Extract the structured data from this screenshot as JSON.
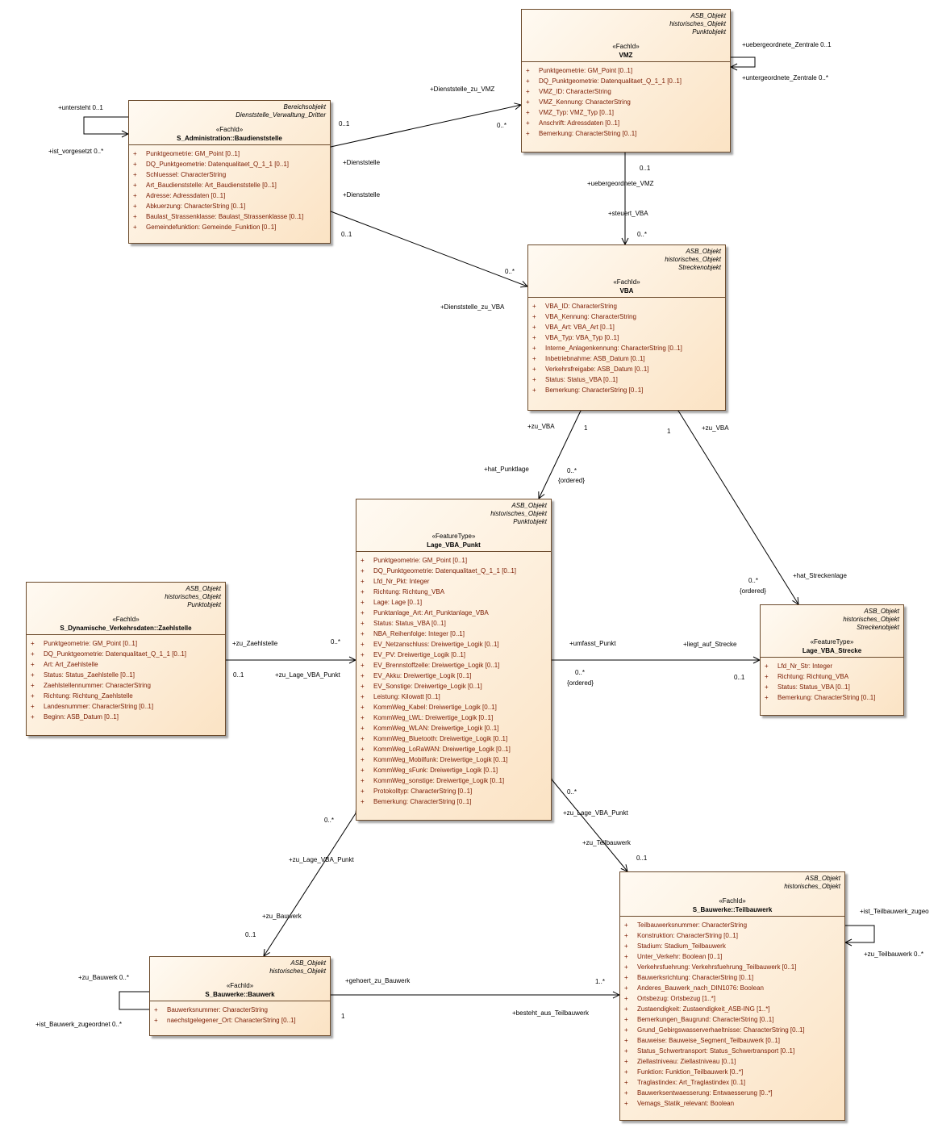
{
  "classes": {
    "vmz": {
      "tags": [
        "ASB_Objekt",
        "historisches_Objekt",
        "Punktobjekt"
      ],
      "stereotype": "«FachId»",
      "name": "VMZ",
      "attributes": [
        "Punktgeometrie: GM_Point [0..1]",
        "DQ_Punktgeometrie: Datenqualitaet_Q_1_1 [0..1]",
        "VMZ_ID: CharacterString",
        "VMZ_Kennung: CharacterString",
        "VMZ_Typ: VMZ_Typ [0..1]",
        "Anschrift: Adressdaten [0..1]",
        "Bemerkung: CharacterString [0..1]"
      ]
    },
    "baudienststelle": {
      "tags": [
        "Bereichsobjekt",
        "Dienststelle_Verwaltung_Dritter"
      ],
      "stereotype": "«FachId»",
      "name": "S_Administration::Baudienststelle",
      "attributes": [
        "Punktgeometrie: GM_Point [0..1]",
        "DQ_Punktgeometrie: Datenqualitaet_Q_1_1 [0..1]",
        "Schluessel: CharacterString",
        "Art_Baudienststelle: Art_Baudienststelle [0..1]",
        "Adresse: Adressdaten [0..1]",
        "Abkuerzung: CharacterString [0..1]",
        "Baulast_Strassenklasse: Baulast_Strassenklasse [0..1]",
        "Gemeindefunktion: Gemeinde_Funktion [0..1]"
      ]
    },
    "vba": {
      "tags": [
        "ASB_Objekt",
        "historisches_Objekt",
        "Streckenobjekt"
      ],
      "stereotype": "«FachId»",
      "name": "VBA",
      "attributes": [
        "VBA_ID: CharacterString",
        "VBA_Kennung: CharacterString",
        "VBA_Art: VBA_Art [0..1]",
        "VBA_Typ: VBA_Typ [0..1]",
        "Interne_Anlagenkennung: CharacterString [0..1]",
        "Inbetriebnahme: ASB_Datum [0..1]",
        "Verkehrsfreigabe: ASB_Datum [0..1]",
        "Status: Status_VBA [0..1]",
        "Bemerkung: CharacterString [0..1]"
      ]
    },
    "lage_punkt": {
      "tags": [
        "ASB_Objekt",
        "historisches_Objekt",
        "Punktobjekt"
      ],
      "stereotype": "«FeatureType»",
      "name": "Lage_VBA_Punkt",
      "attributes": [
        "Punktgeometrie: GM_Point [0..1]",
        "DQ_Punktgeometrie: Datenqualitaet_Q_1_1 [0..1]",
        "Lfd_Nr_Pkt: Integer",
        "Richtung: Richtung_VBA",
        "Lage: Lage [0..1]",
        "Punktanlage_Art: Art_Punktanlage_VBA",
        "Status: Status_VBA [0..1]",
        "NBA_Reihenfolge: Integer [0..1]",
        "EV_Netzanschluss: Dreiwertige_Logik [0..1]",
        "EV_PV: Dreiwertige_Logik [0..1]",
        "EV_Brennstoffzelle: Dreiwertige_Logik [0..1]",
        "EV_Akku: Dreiwertige_Logik [0..1]",
        "EV_Sonstige: Dreiwertige_Logik [0..1]",
        "Leistung: Kilowatt [0..1]",
        "KommWeg_Kabel: Dreiwertige_Logik [0..1]",
        "KommWeg_LWL: Dreiwertige_Logik [0..1]",
        "KommWeg_WLAN: Dreiwertige_Logik [0..1]",
        "KommWeg_Bluetooth: Dreiwertige_Logik [0..1]",
        "KommWeg_LoRaWAN: Dreiwertige_Logik [0..1]",
        "KommWeg_Mobilfunk: Dreiwertige_Logik [0..1]",
        "KommWeg_sFunk: Dreiwertige_Logik [0..1]",
        "KommWeg_sonstige: Dreiwertige_Logik [0..1]",
        "Protokolltyp: CharacterString [0..1]",
        "Bemerkung: CharacterString [0..1]"
      ]
    },
    "zaehlstelle": {
      "tags": [
        "ASB_Objekt",
        "historisches_Objekt",
        "Punktobjekt"
      ],
      "stereotype": "«FachId»",
      "name": "S_Dynamische_Verkehrsdaten::Zaehlstelle",
      "attributes": [
        "Punktgeometrie: GM_Point [0..1]",
        "DQ_Punktgeometrie: Datenqualitaet_Q_1_1 [0..1]",
        "Art: Art_Zaehlstelle",
        "Status: Status_Zaehlstelle [0..1]",
        "Zaehlstellennummer: CharacterString",
        "Richtung: Richtung_Zaehlstelle",
        "Landesnummer: CharacterString [0..1]",
        "Beginn: ASB_Datum [0..1]"
      ]
    },
    "lage_strecke": {
      "tags": [
        "ASB_Objekt",
        "historisches_Objekt",
        "Streckenobjekt"
      ],
      "stereotype": "«FeatureType»",
      "name": "Lage_VBA_Strecke",
      "attributes": [
        "Lfd_Nr_Str: Integer",
        "Richtung: Richtung_VBA",
        "Status: Status_VBA [0..1]",
        "Bemerkung: CharacterString [0..1]"
      ]
    },
    "teilbauwerk": {
      "tags": [
        "ASB_Objekt",
        "historisches_Objekt"
      ],
      "stereotype": "«FachId»",
      "name": "S_Bauwerke::Teilbauwerk",
      "attributes": [
        "Teilbauwerksnummer: CharacterString",
        "Konstruktion: CharacterString [0..1]",
        "Stadium: Stadium_Teilbauwerk",
        "Unter_Verkehr: Boolean [0..1]",
        "Verkehrsfuehrung: Verkehrsfuehrung_Teilbauwerk [0..1]",
        "Bauwerksrichtung: CharacterString [0..1]",
        "Anderes_Bauwerk_nach_DIN1076: Boolean",
        "Ortsbezug: Ortsbezug [1..*]",
        "Zustaendigkeit: Zustaendigkeit_ASB-ING [1..*]",
        "Bemerkungen_Baugrund: CharacterString [0..1]",
        "Grund_Gebirgswasserverhaeltnisse: CharacterString [0..1]",
        "Bauweise: Bauweise_Segment_Teilbauwerk [0..1]",
        "Status_Schwertransport: Status_Schwertransport [0..1]",
        "Ziellastniveau: Ziellastniveau [0..1]",
        "Funktion: Funktion_Teilbauwerk [0..*]",
        "Traglastindex: Art_Traglastindex [0..1]",
        "Bauwerksentwaesserung: Entwaesserung [0..*]",
        "Vemags_Statik_relevant: Boolean"
      ]
    },
    "bauwerk": {
      "tags": [
        "ASB_Objekt",
        "historisches_Objekt"
      ],
      "stereotype": "«FachId»",
      "name": "S_Bauwerke::Bauwerk",
      "attributes": [
        "Bauwerksnummer: CharacterString",
        "naechstgelegener_Ort: CharacterString [0..1]"
      ]
    }
  },
  "labels": [
    "+uebergeordnete_Zentrale 0..1",
    "+untergeordnete_Zentrale 0..*",
    "+Dienststelle_zu_VMZ",
    "0..1",
    "0..*",
    "+untersteht 0..1",
    "+ist_vorgesetzt 0..*",
    "+Dienststelle",
    "+Dienststelle",
    "0..1",
    "0..1",
    "+uebergeordnete_VMZ",
    "+steuert_VBA",
    "0..*",
    "0..*",
    "+Dienststelle_zu_VBA",
    "+zu_VBA",
    "1",
    "1",
    "+zu_VBA",
    "+hat_Punktlage",
    "0..*",
    "{ordered}",
    "+hat_Streckenlage",
    "0..*",
    "{ordered}",
    "+zu_Zaehlstelle",
    "0..*",
    "0..1",
    "+zu_Lage_VBA_Punkt",
    "+umfasst_Punkt",
    "+liegt_auf_Strecke",
    "0..*",
    "{ordered}",
    "0..1",
    "0..*",
    "+zu_Lage_VBA_Punkt",
    "+zu_Teilbauwerk",
    "0..1",
    "0..*",
    "+zu_Lage_VBA_Punkt",
    "+zu_Bauwerk",
    "0..1",
    "+ist_Teilbauwerk_zugeo",
    "+zu_Teilbauwerk 0..*",
    "+zu_Bauwerk 0..*",
    "+ist_Bauwerk_zugeordnet 0..*",
    "+gehoert_zu_Bauwerk",
    "1..*",
    "1",
    "+besteht_aus_Teilbauwerk"
  ]
}
